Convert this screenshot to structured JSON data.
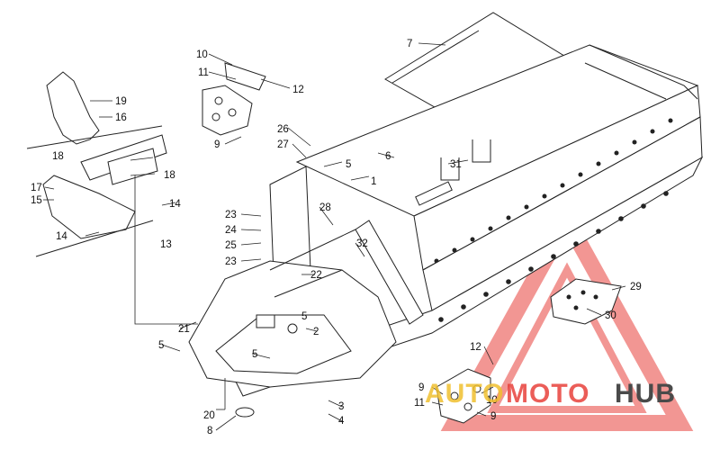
{
  "diagram": {
    "callouts": [
      {
        "id": "c1",
        "label": "1"
      },
      {
        "id": "c2",
        "label": "2"
      },
      {
        "id": "c3",
        "label": "3"
      },
      {
        "id": "c4",
        "label": "4"
      },
      {
        "id": "c5a",
        "label": "5"
      },
      {
        "id": "c5b",
        "label": "5"
      },
      {
        "id": "c5c",
        "label": "5"
      },
      {
        "id": "c5d",
        "label": "5"
      },
      {
        "id": "c6",
        "label": "6"
      },
      {
        "id": "c7",
        "label": "7"
      },
      {
        "id": "c8",
        "label": "8"
      },
      {
        "id": "c9a",
        "label": "9"
      },
      {
        "id": "c9b",
        "label": "9"
      },
      {
        "id": "c9c",
        "label": "9"
      },
      {
        "id": "c10a",
        "label": "10"
      },
      {
        "id": "c10b",
        "label": "10"
      },
      {
        "id": "c11a",
        "label": "11"
      },
      {
        "id": "c11b",
        "label": "11"
      },
      {
        "id": "c12a",
        "label": "12"
      },
      {
        "id": "c12b",
        "label": "12"
      },
      {
        "id": "c13",
        "label": "13"
      },
      {
        "id": "c14a",
        "label": "14"
      },
      {
        "id": "c14b",
        "label": "14"
      },
      {
        "id": "c15",
        "label": "15"
      },
      {
        "id": "c16",
        "label": "16"
      },
      {
        "id": "c17",
        "label": "17"
      },
      {
        "id": "c18a",
        "label": "18"
      },
      {
        "id": "c18b",
        "label": "18"
      },
      {
        "id": "c19",
        "label": "19"
      },
      {
        "id": "c20",
        "label": "20"
      },
      {
        "id": "c21",
        "label": "21"
      },
      {
        "id": "c22",
        "label": "22"
      },
      {
        "id": "c23a",
        "label": "23"
      },
      {
        "id": "c23b",
        "label": "23"
      },
      {
        "id": "c24",
        "label": "24"
      },
      {
        "id": "c25",
        "label": "25"
      },
      {
        "id": "c26",
        "label": "26"
      },
      {
        "id": "c27",
        "label": "27"
      },
      {
        "id": "c28",
        "label": "28"
      },
      {
        "id": "c29",
        "label": "29"
      },
      {
        "id": "c30",
        "label": "30"
      },
      {
        "id": "c31",
        "label": "31"
      },
      {
        "id": "c32",
        "label": "32"
      }
    ]
  },
  "watermark": {
    "text_part1": "AUTO",
    "text_part2": "MOTO",
    "text_part3": "HUB",
    "color_primary": "#e8413c",
    "color_secondary": "#f0c030",
    "color_dark": "#4a4a4a"
  }
}
